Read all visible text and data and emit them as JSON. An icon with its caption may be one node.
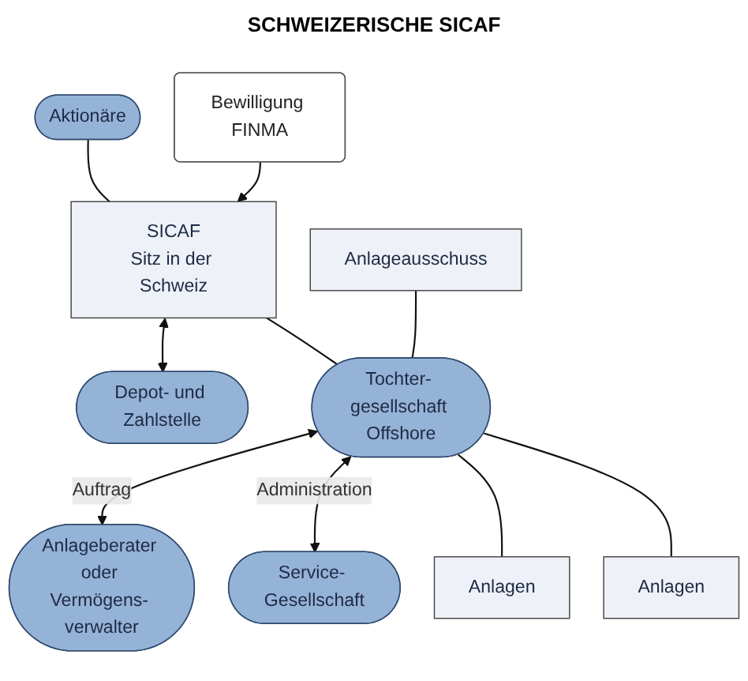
{
  "diagram": {
    "title": "SCHWEIZERISCHE SICAF",
    "nodes": [
      {
        "text": [
          "Aktionäre"
        ]
      },
      {
        "text": [
          "Bewilligung FINMA"
        ]
      },
      {
        "text": [
          "SICAF",
          "Sitz in der Schweiz"
        ]
      },
      {
        "text": [
          "Depot- und Zahlstelle"
        ]
      },
      {
        "text": [
          "Anlageberater oder Vermögens- verwalter"
        ]
      },
      {
        "text": [
          "Anlageausschuss"
        ]
      },
      {
        "text": [
          "Tochter- gesellschaft Offshore"
        ]
      },
      {
        "text": [
          "Service- Gesellschaft"
        ]
      },
      {
        "text": [
          "Anlagen"
        ]
      },
      {
        "text": [
          "Anlagen"
        ]
      }
    ],
    "edges": [
      {
        "from": 0,
        "to": 2,
        "arrow": "none"
      },
      {
        "from": 1,
        "to": 2,
        "arrow": "to"
      },
      {
        "from": 2,
        "to": 3,
        "arrow": "both"
      },
      {
        "from": 2,
        "to": 6,
        "arrow": "none"
      },
      {
        "from": 5,
        "to": 6,
        "arrow": "none"
      },
      {
        "from": 6,
        "to": 4,
        "arrow": "both",
        "label": "Auftrag"
      },
      {
        "from": 6,
        "to": 7,
        "arrow": "both",
        "label": "Administration"
      },
      {
        "from": 6,
        "to": 8,
        "arrow": "none"
      },
      {
        "from": 6,
        "to": 9,
        "arrow": "none"
      }
    ]
  }
}
